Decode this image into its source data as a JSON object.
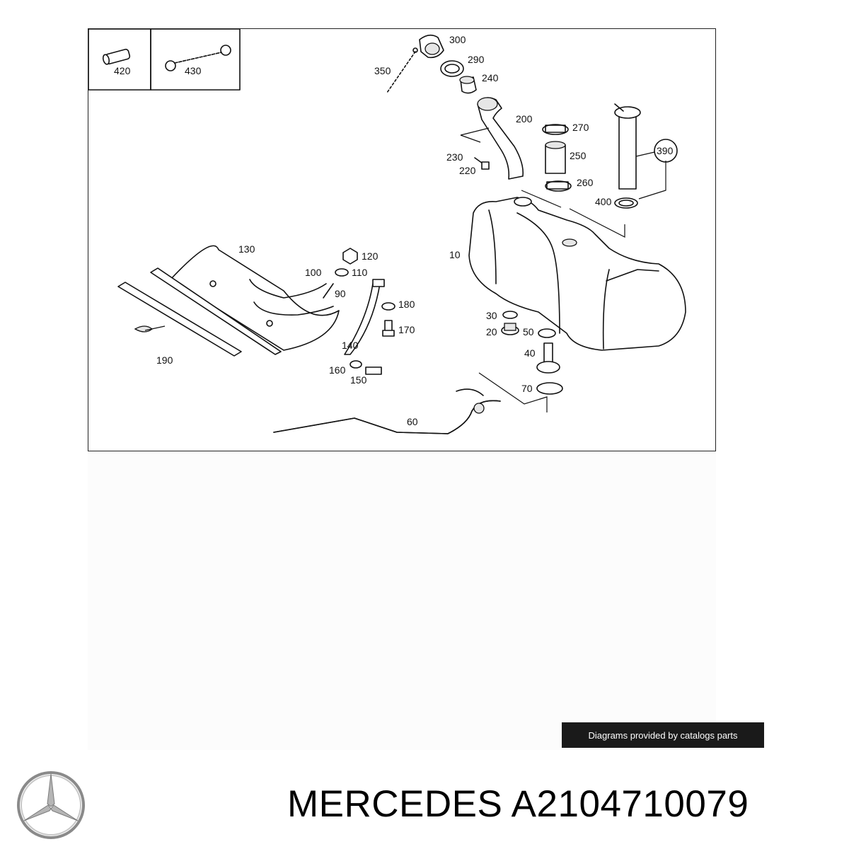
{
  "diagram": {
    "callouts": {
      "c420": "420",
      "c430": "430",
      "c300": "300",
      "c290": "290",
      "c350": "350",
      "c240": "240",
      "c200": "200",
      "c270": "270",
      "c390": "390",
      "c230": "230",
      "c250": "250",
      "c220": "220",
      "c260": "260",
      "c400": "400",
      "c130": "130",
      "c120": "120",
      "c10": "10",
      "c100": "100",
      "c110": "110",
      "c90": "90",
      "c180": "180",
      "c30": "30",
      "c20": "20",
      "c50": "50",
      "c170": "170",
      "c40": "40",
      "c140": "140",
      "c190": "190",
      "c160": "160",
      "c150": "150",
      "c70": "70",
      "c60": "60"
    }
  },
  "credit": "Diagrams provided by catalogs parts",
  "brand": {
    "logo": "mercedes-star-logo"
  },
  "part": {
    "title": "MERCEDES A2104710079"
  },
  "colors": {
    "badge_bg": "#1a1a1a",
    "badge_text": "#ffffff",
    "line": "#111111"
  }
}
